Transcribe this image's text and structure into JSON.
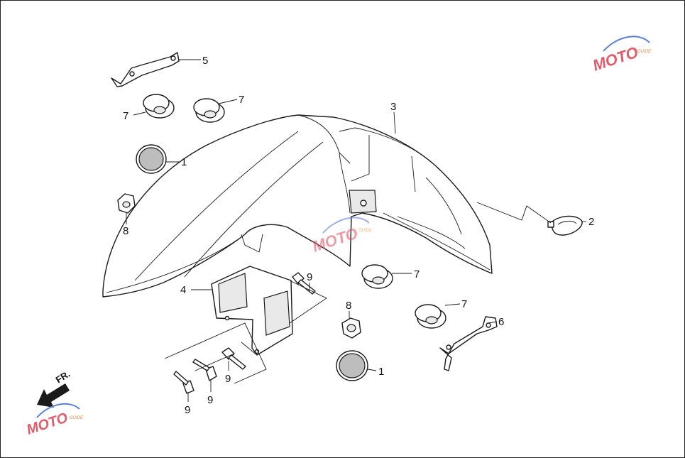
{
  "callouts": [
    "1",
    "2",
    "3",
    "4",
    "5",
    "6",
    "7",
    "8",
    "9"
  ],
  "front_arrow_label": "FR.",
  "watermark": {
    "brand": "MOTO",
    "subtext": "GUIDE",
    "colors": {
      "primary": "#e35a6a",
      "secondary": "#e88a3a",
      "swoosh": "#5a7fd6"
    }
  },
  "icons": [
    "front-direction-arrow-icon",
    "moto-watermark-logo"
  ]
}
